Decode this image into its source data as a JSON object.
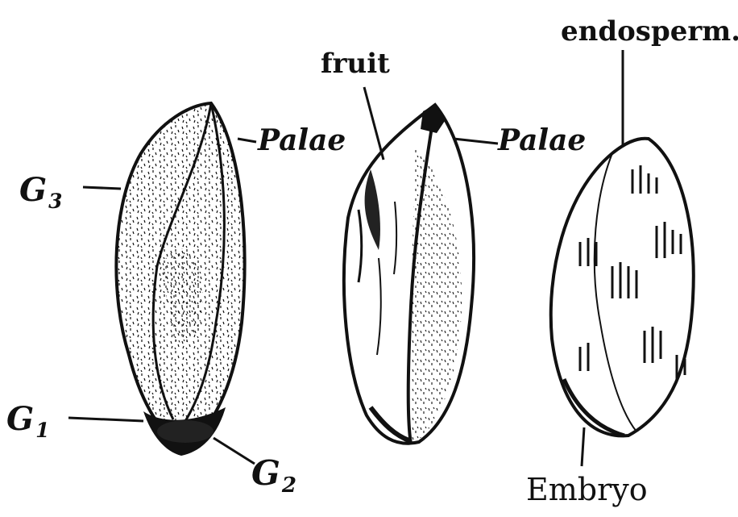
{
  "labels": {
    "fruit": "fruit",
    "endosperm": "endosperm.",
    "palae_left": "Palae",
    "palae_right": "Palae",
    "g3_main": "G",
    "g3_sub": "3",
    "g1_main": "G",
    "g1_sub": "1",
    "g2_main": "G",
    "g2_sub": "2",
    "embryo": "Embryo"
  },
  "colors": {
    "ink": "#111111",
    "paper": "#ffffff"
  }
}
